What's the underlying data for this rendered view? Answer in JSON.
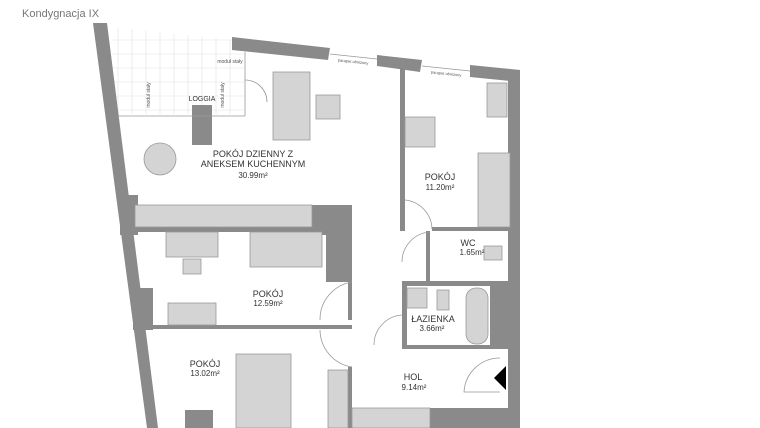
{
  "title": "Kondygnacja IX",
  "annotations": {
    "fixed_module": "moduł stały",
    "lowered_sill": "parapet obniżony"
  },
  "rooms": [
    {
      "name": "LOGGIA",
      "area": ""
    },
    {
      "name_line1": "POKÓJ DZIENNY Z",
      "name_line2": "ANEKSEM KUCHENNYM",
      "area": "30.99m²"
    },
    {
      "name": "POKÓJ",
      "area": "11.20m²"
    },
    {
      "name": "WC",
      "area": "1.65m²"
    },
    {
      "name": "POKÓJ",
      "area": "12.59m²"
    },
    {
      "name": "ŁAZIENKA",
      "area": "3.66m²"
    },
    {
      "name": "POKÓJ",
      "area": "13.02m²"
    },
    {
      "name": "HOL",
      "area": "9.14m²"
    }
  ],
  "colors": {
    "wall": "#8a8a8a",
    "furniture": "#d4d4d4",
    "entrance": "#000000"
  }
}
